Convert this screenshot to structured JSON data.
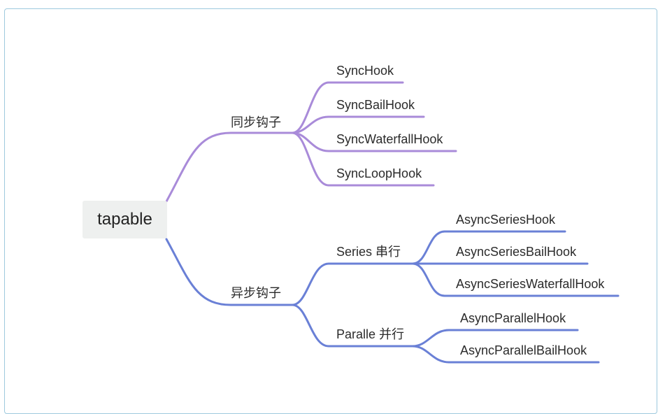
{
  "colors": {
    "sync_branch": "#a98bd9",
    "async_branch": "#6a80d6",
    "frame_border": "#9ec9de",
    "root_bg": "#eef0ef"
  },
  "root": {
    "label": "tapable"
  },
  "sync": {
    "label": "同步钩子",
    "children": [
      "SyncHook",
      "SyncBailHook",
      "SyncWaterfallHook",
      "SyncLoopHook"
    ]
  },
  "async": {
    "label": "异步钩子",
    "series": {
      "label": "Series 串行",
      "children": [
        "AsyncSeriesHook",
        "AsyncSeriesBailHook",
        "AsyncSeriesWaterfallHook"
      ]
    },
    "parallel": {
      "label": "Paralle 并行",
      "children": [
        "AsyncParallelHook",
        "AsyncParallelBailHook"
      ]
    }
  }
}
